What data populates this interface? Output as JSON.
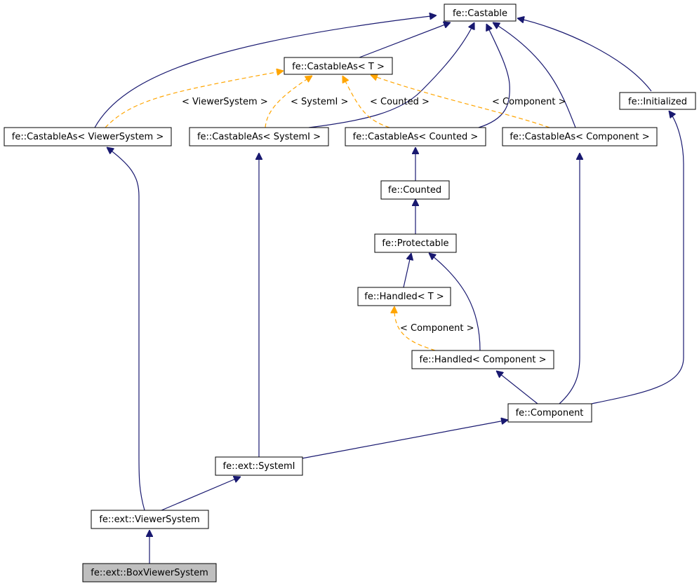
{
  "colors": {
    "inheritance": "#191970",
    "template": "#ffa500",
    "node_fill": "#ffffff",
    "highlight_fill": "#bfbfbf",
    "border": "#000000"
  },
  "nodes": {
    "castable": "fe::Castable",
    "castableas_t": "fe::CastableAs< T >",
    "initialized": "fe::Initialized",
    "castableas_viewersystem": "fe::CastableAs< ViewerSystem >",
    "castableas_systemi": "fe::CastableAs< SystemI >",
    "castableas_counted": "fe::CastableAs< Counted >",
    "castableas_component": "fe::CastableAs< Component >",
    "counted": "fe::Counted",
    "protectable": "fe::Protectable",
    "handled_t": "fe::Handled< T >",
    "handled_component": "fe::Handled< Component >",
    "component": "fe::Component",
    "systemi": "fe::ext::SystemI",
    "viewersystem": "fe::ext::ViewerSystem",
    "boxviewersystem": "fe::ext::BoxViewerSystem"
  },
  "labels": {
    "viewersystem": "< ViewerSystem >",
    "systemi": "< SystemI >",
    "counted": "< Counted >",
    "component": "< Component >",
    "handled_component": "< Component >"
  }
}
